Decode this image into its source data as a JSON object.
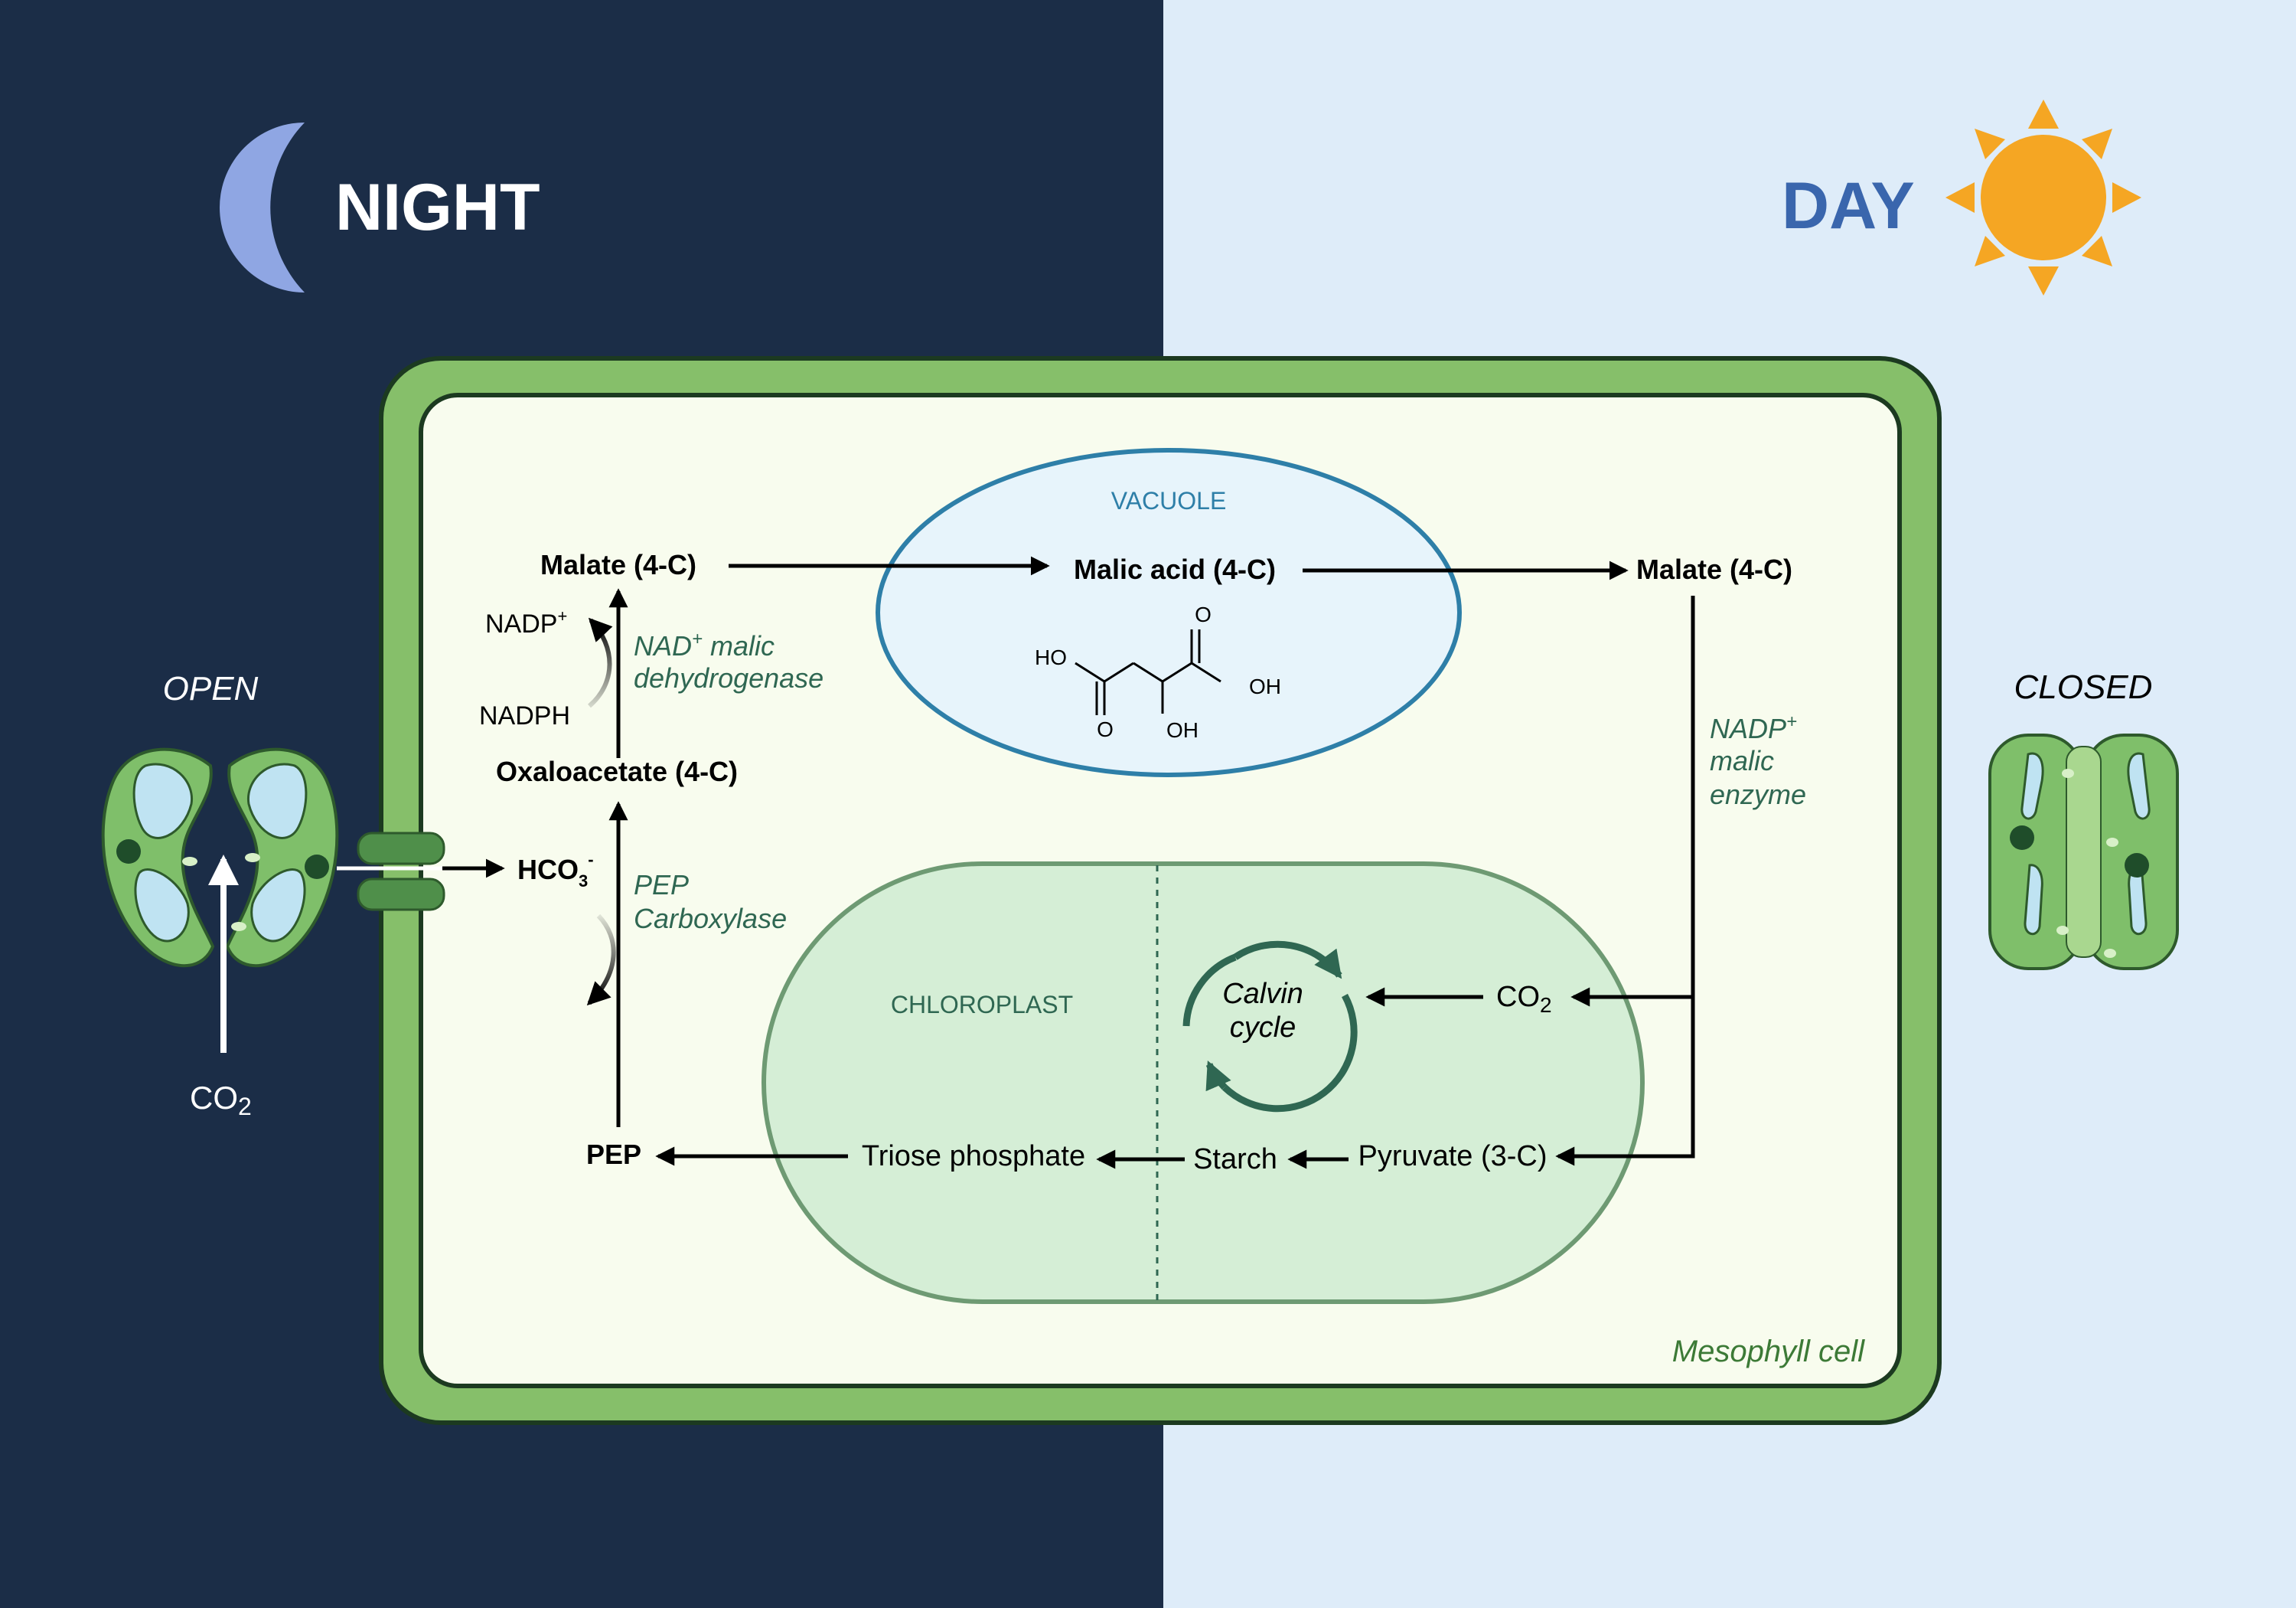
{
  "header": {
    "night_label": "NIGHT",
    "day_label": "DAY"
  },
  "stomata": {
    "open_label": "OPEN",
    "closed_label": "CLOSED",
    "co2_main": "CO",
    "co2_sub": "2"
  },
  "compartments": {
    "vacuole_label": "VACUOLE",
    "chloroplast_label": "CHLOROPLAST",
    "cell_label": "Mesophyll cell"
  },
  "molecule": {
    "ho": "HO",
    "oh": "OH",
    "o": "O"
  },
  "metabolites": {
    "malate_night": "Malate (4-C)",
    "malic_acid": "Malic acid (4-C)",
    "malate_day": "Malate (4-C)",
    "oxaloacetate": "Oxaloacetate (4-C)",
    "hco3_main": "HCO",
    "hco3_sub": "3",
    "hco3_sup": "-",
    "pep": "PEP",
    "triose_phosphate": "Triose phosphate",
    "starch": "Starch",
    "pyruvate": "Pyruvate (3-C)",
    "co2_main": "CO",
    "co2_sub": "2",
    "nadp_main": "NADP",
    "nadp_sup": "+",
    "nadph": "NADPH",
    "calvin_line1": "Calvin",
    "calvin_line2": "cycle"
  },
  "enzymes": {
    "nad_malic_main": "NAD",
    "nad_malic_sup": "+",
    "nad_malic_rest": " malic",
    "nad_malic_line2": "dehydrogenase",
    "pep_line1": "PEP",
    "pep_line2": "Carboxylase",
    "nadp_malic_main": "NADP",
    "nadp_malic_sup": "+",
    "nadp_malic_line2": "malic",
    "nadp_malic_line3": "enzyme"
  },
  "colors": {
    "night_bg": "#1b2d47",
    "day_bg": "#deecf9",
    "cell_wall": "#86bf6a",
    "cell_interior": "#f8fcee",
    "vacuole_fill": "#e7f4fb",
    "vacuole_stroke": "#2e7fa8",
    "chloroplast_fill": "#d5eed6",
    "chloroplast_stroke": "#6e9a73",
    "enzyme_text": "#2f6752",
    "moon": "#8fa6e3",
    "sun": "#f5a623",
    "day_text": "#3a66ad"
  }
}
